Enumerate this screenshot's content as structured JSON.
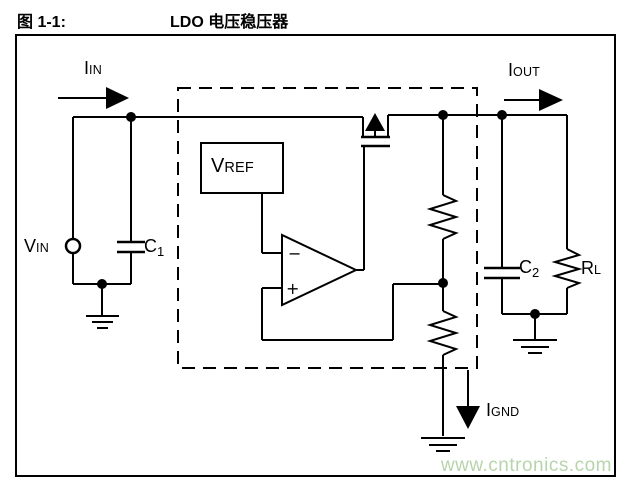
{
  "figure": {
    "label": "图 1-1:",
    "title": "LDO 电压稳压器"
  },
  "components": {
    "iin": {
      "main": "I",
      "sub": "IN"
    },
    "iout": {
      "main": "I",
      "sub": "OUT"
    },
    "ignd": {
      "main": "I",
      "sub": "GND"
    },
    "vin": {
      "main": "V",
      "sub": "IN"
    },
    "vref": {
      "main": "V",
      "sub": "REF"
    },
    "c1": {
      "main": "C",
      "sub": "1"
    },
    "c2": {
      "main": "C",
      "sub": "2"
    },
    "rl": {
      "main": "R",
      "sub": "L"
    },
    "opamp": {
      "inverting": "−",
      "noninverting": "+"
    }
  },
  "watermark": {
    "text": "www.cntronics.com",
    "color": "#b8d4ad"
  },
  "colors": {
    "ink": "#000000",
    "background": "#ffffff"
  }
}
